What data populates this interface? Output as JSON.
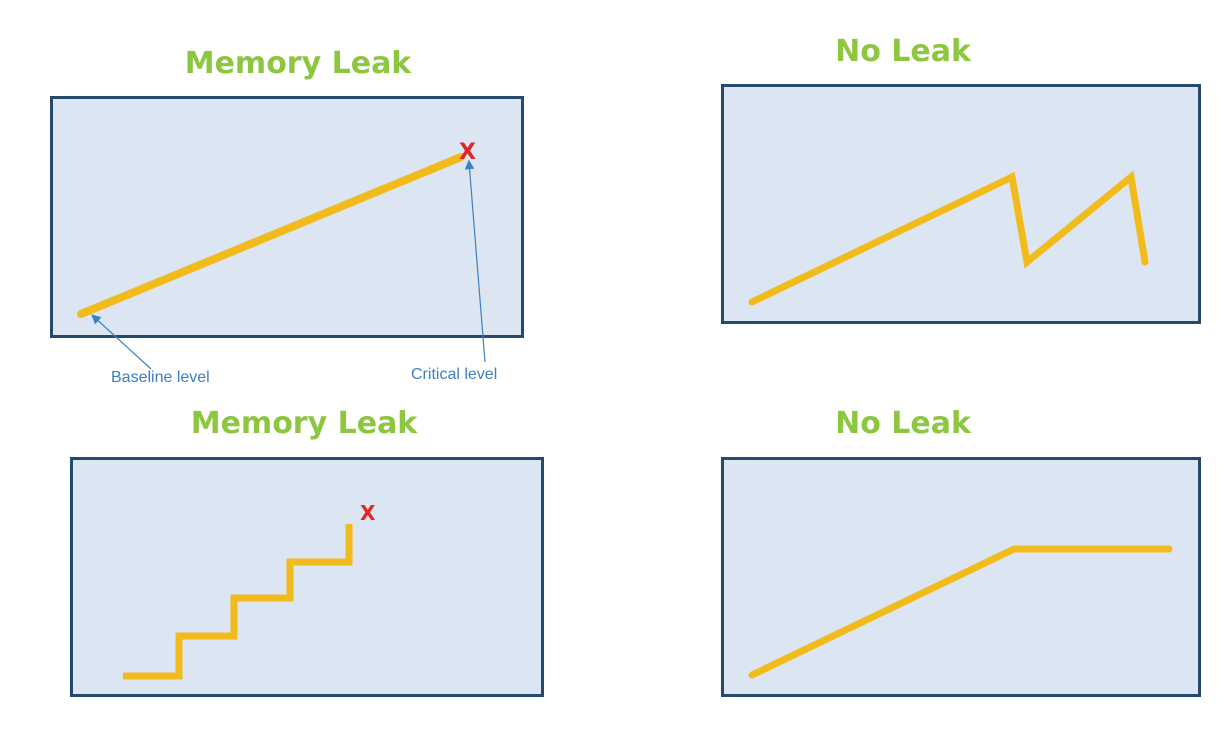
{
  "colors": {
    "title": "#8dc63f",
    "panel_bg": "#dce6f3",
    "panel_border": "#264a6e",
    "line": "#f2bb1c",
    "marker": "#e0242b",
    "annotation": "#3d7fc1"
  },
  "panels": [
    {
      "title": "Memory Leak",
      "pattern": "linear growth to critical level",
      "marker": "X",
      "annotations": {
        "start": "Baseline level",
        "end": "Critical level"
      }
    },
    {
      "title": "No Leak",
      "pattern": "sawtooth growth and release"
    },
    {
      "title": "Memory Leak",
      "pattern": "staircase growth to critical level",
      "marker": "X"
    },
    {
      "title": "No Leak",
      "pattern": "growth then plateau"
    }
  ]
}
